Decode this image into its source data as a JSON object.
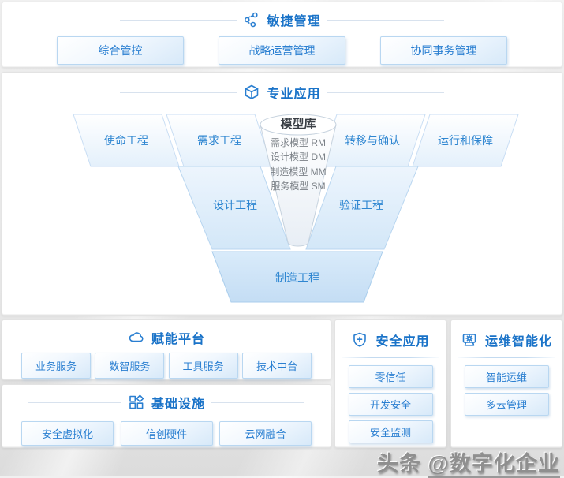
{
  "watermark": {
    "prefix": "头条 ",
    "handle": "@数字化企业"
  },
  "colors": {
    "accent": "#1a73c8",
    "button_text": "#2a7fd1",
    "button_border": "#b9d7f1",
    "shape_fill_light": "#d7e9f9",
    "shape_fill_deep": "#cbe2f6"
  },
  "sections": {
    "agile": {
      "title": "敏捷管理",
      "icon": "share-nodes-icon",
      "buttons": [
        "综合管控",
        "战略运营管理",
        "协同事务管理"
      ]
    },
    "professional": {
      "title": "专业应用",
      "icon": "cube-icon",
      "shapes": {
        "mission": "使命工程",
        "requirements": "需求工程",
        "transfer": "转移与确认",
        "operation": "运行和保障",
        "design": "设计工程",
        "verification": "验证工程",
        "manufacturing": "制造工程"
      },
      "model_library": {
        "title": "模型库",
        "items": [
          "需求模型 RM",
          "设计模型 DM",
          "制造模型 MM",
          "服务模型 SM"
        ]
      }
    },
    "enablement": {
      "title": "赋能平台",
      "icon": "cloud-icon",
      "buttons": [
        "业务服务",
        "数智服务",
        "工具服务",
        "技术中台"
      ]
    },
    "infrastructure": {
      "title": "基础设施",
      "icon": "blocks-icon",
      "buttons": [
        "安全虚拟化",
        "信创硬件",
        "云网融合"
      ]
    },
    "security": {
      "title": "安全应用",
      "icon": "shield-plus-icon",
      "buttons": [
        "零信任",
        "开发安全",
        "安全监测"
      ]
    },
    "ops": {
      "title": "运维智能化",
      "icon": "gear-device-icon",
      "buttons": [
        "智能运维",
        "多云管理"
      ]
    }
  }
}
